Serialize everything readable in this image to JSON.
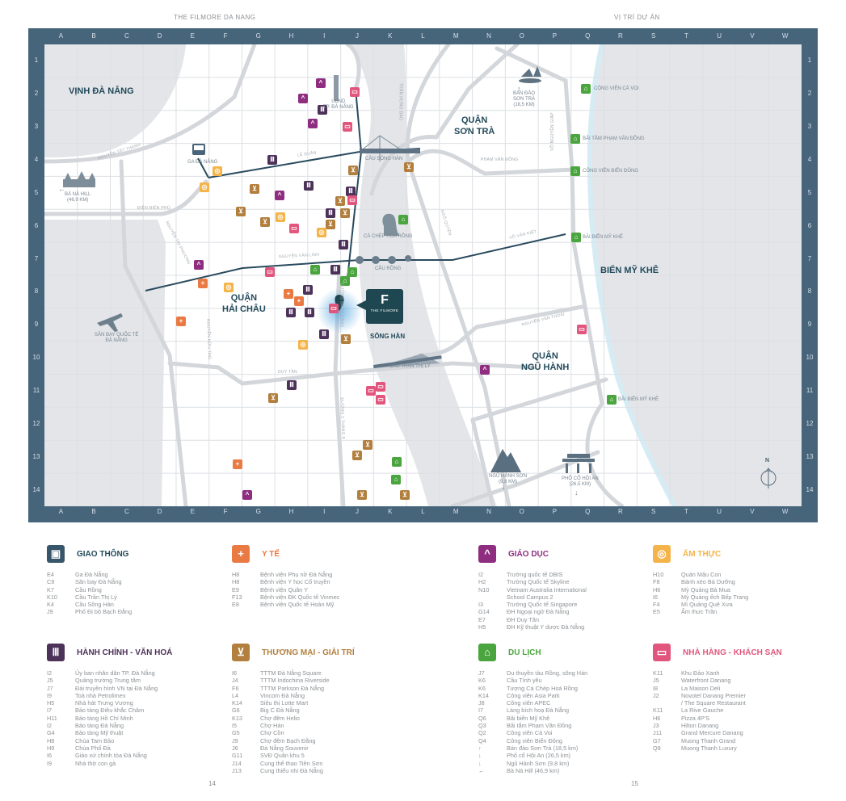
{
  "header": {
    "left": "THE FILMORE DA NANG",
    "right": "VỊ TRÍ DỰ ÁN"
  },
  "pages": {
    "left": "14",
    "right": "15"
  },
  "grid": {
    "columns": [
      "A",
      "B",
      "C",
      "D",
      "E",
      "F",
      "G",
      "H",
      "I",
      "J",
      "K",
      "L",
      "M",
      "N",
      "O",
      "P",
      "Q",
      "R",
      "S",
      "T",
      "U",
      "V",
      "W"
    ],
    "rows": [
      "1",
      "2",
      "3",
      "4",
      "5",
      "6",
      "7",
      "8",
      "9",
      "10",
      "11",
      "12",
      "13",
      "14"
    ]
  },
  "map": {
    "districts": {
      "vinh": "VỊNH ĐÀ NẴNG",
      "sontra": "QUẬN\nSƠN TRÀ",
      "haichau": "QUẬN\nHẢI CHÂU",
      "mykhe": "BIỂN MỸ KHÊ",
      "nguhanh": "QUẬN\nNGŨ HÀNH",
      "songhan": "SÔNG HÀN"
    },
    "labels": {
      "ubnd": "UBND\nTP. ĐÀ NẴNG",
      "ga": "GA ĐÀ NẴNG",
      "bana": "BÀ NÀ HILL\n(46,9 KM)",
      "cauhan": "CẦU SÔNG HÀN",
      "cachep": "CÁ CHÉP HÓA RỒNG",
      "caurong": "CẦU RỒNG",
      "sanbay": "SÂN BAY QUỐC TẾ\nĐÀ NẴNG",
      "cautranthily": "CẦU TRẦN THỊ LÝ",
      "bandao": "BÁN ĐẢO\nSƠN TRÀ\n(18,5 KM)",
      "cvcavoi": "CÔNG VIÊN CÁ VOI",
      "baitam": "BÃI TẮM PHẠM VĂN ĐỒNG",
      "cvbiendong": "CÔNG VIÊN BIỂN ĐÔNG",
      "mykhe1": "BÃI BIỂN MỸ KHÊ",
      "mykhe2": "BÃI BIỂN MỸ KHÊ",
      "nhs": "NGŨ HÀNH SƠN\n(9,8 KM)",
      "hoian": "PHỐ CỔ HỘI AN\n(26,5 KM)",
      "north": "N",
      "filmore": "THE FILMORE"
    },
    "streets": {
      "ntt": "NGUYỄN TẤT THÀNH",
      "leduan": "LÊ DUẨN",
      "dbp": "ĐIỆN BIÊN PHỦ",
      "ntp": "NGUYỄN TRI PHƯƠNG",
      "nvl": "NGUYỄN VĂN LINH",
      "nht": "NGUYỄN HỮU THỌ",
      "duytan": "DUY TÂN",
      "bachdang": "ĐƯỜNG BẠCH ĐẰNG",
      "tmt": "TRẦN HƯNG ĐẠO",
      "pvd": "PHẠM VĂN ĐỒNG",
      "vng": "VÕ NGUYÊN GIÁP",
      "vvk": "VÕ VĂN KIỆT",
      "ngoquyen": "NGÔ QUYỀN",
      "nvt": "NGUYỄN VĂN THOẠI",
      "twothang9": "ĐƯỜNG 2 THÁNG 9"
    }
  },
  "colors": {
    "transport": "#38566b",
    "health": "#ea7a43",
    "edu": "#8f2e80",
    "food": "#f4b44a",
    "admin": "#4c3159",
    "shop": "#b27f3e",
    "tour": "#4aa53e",
    "hotel": "#e2567d"
  },
  "legend": [
    {
      "key": "transport",
      "title": "GIAO THÔNG",
      "icon": "bus-icon",
      "items": [
        {
          "code": "E4",
          "name": "Ga Đà Nẵng"
        },
        {
          "code": "C9",
          "name": "Sân bay Đà Nẵng"
        },
        {
          "code": "K7",
          "name": "Cầu Rồng"
        },
        {
          "code": "K10",
          "name": "Cầu Trần Thị Lý"
        },
        {
          "code": "K4",
          "name": "Cầu Sông Hàn"
        },
        {
          "code": "J9",
          "name": "Phố Đi bộ Bạch Đằng"
        }
      ]
    },
    {
      "key": "health",
      "title": "Y TẾ",
      "icon": "medical-cross-icon",
      "items": [
        {
          "code": "H8",
          "name": "Bệnh viện Phụ nữ Đà Nẵng"
        },
        {
          "code": "H8",
          "name": "Bệnh viện Y học Cổ truyền"
        },
        {
          "code": "E9",
          "name": "Bệnh viện Quân Y"
        },
        {
          "code": "F13",
          "name": "Bệnh viện ĐK Quốc tế Vinmec"
        },
        {
          "code": "E8",
          "name": "Bệnh viện Quốc tế Hoàn Mỹ"
        }
      ]
    },
    {
      "key": "edu",
      "title": "GIÁO DỤC",
      "icon": "graduation-cap-icon",
      "items": [
        {
          "code": "I2",
          "name": "Trường quốc tế DBIS"
        },
        {
          "code": "H2",
          "name": "Trường Quốc tế Skyline"
        },
        {
          "code": "N10",
          "name": "Vietnam Australia International"
        },
        {
          "code": "",
          "name": "School Campus 2"
        },
        {
          "code": "I3",
          "name": "Trường Quốc tế Singapore"
        },
        {
          "code": "G14",
          "name": "ĐH Ngoại ngữ Đà Nẵng"
        },
        {
          "code": "E7",
          "name": "ĐH Duy Tân"
        },
        {
          "code": "H5",
          "name": "ĐH Kỹ thuật Y dược Đà Nẵng"
        }
      ]
    },
    {
      "key": "food",
      "title": "ẨM THỰC",
      "icon": "plate-icon",
      "items": [
        {
          "code": "H10",
          "name": "Quán Mậu Con"
        },
        {
          "code": "F8",
          "name": "Bánh xèo Bà Dưỡng"
        },
        {
          "code": "H6",
          "name": "Mỳ Quảng Bà Mua"
        },
        {
          "code": "I6",
          "name": "Mỳ Quảng ếch Bếp Trang"
        },
        {
          "code": "F4",
          "name": "Mì Quảng Quê Xưa"
        },
        {
          "code": "E5",
          "name": "Ẩm thực Trần"
        }
      ]
    },
    {
      "key": "admin",
      "title": "HÀNH CHÍNH - VĂN HOÁ",
      "icon": "museum-icon",
      "items": [
        {
          "code": "I2",
          "name": "Ủy ban nhân dân TP. Đà Nẵng"
        },
        {
          "code": "J5",
          "name": "Quảng trường Trung tâm"
        },
        {
          "code": "J7",
          "name": "Đài truyền hình VN tại Đà Nẵng"
        },
        {
          "code": "I9",
          "name": "Toà nhà Petrolimex"
        },
        {
          "code": "H5",
          "name": "Nhà hát Trưng Vương"
        },
        {
          "code": "I7",
          "name": "Bảo tàng Điêu khắc Chăm"
        },
        {
          "code": "H11",
          "name": "Bảo tàng Hồ Chí Minh"
        },
        {
          "code": "I2",
          "name": "Bảo tàng Đà Nẵng"
        },
        {
          "code": "G4",
          "name": "Bảo tàng Mỹ thuật"
        },
        {
          "code": "H8",
          "name": "Chùa Tam Bảo"
        },
        {
          "code": "H9",
          "name": "Chùa Phổ Đà"
        },
        {
          "code": "I6",
          "name": "Giáo xứ chính tòa Đà Nẵng"
        },
        {
          "code": "I9",
          "name": "Nhà thờ con gà"
        }
      ]
    },
    {
      "key": "shop",
      "title": "THƯƠNG MẠI - GIẢI TRÍ",
      "icon": "shopping-cart-icon",
      "items": [
        {
          "code": "I6",
          "name": "TTTM Đà Nẵng Square"
        },
        {
          "code": "J4",
          "name": "TTTM Indochina Riverside"
        },
        {
          "code": "F6",
          "name": "TTTM Parkson Đà Nẵng"
        },
        {
          "code": "L4",
          "name": "Vincom Đà Nẵng"
        },
        {
          "code": "K14",
          "name": "Siêu thị Lotte Mart"
        },
        {
          "code": "G6",
          "name": "Big C Đà Nẵng"
        },
        {
          "code": "K13",
          "name": "Chợ đêm Helio"
        },
        {
          "code": "I5",
          "name": "Chợ Hàn"
        },
        {
          "code": "G5",
          "name": "Chợ Cồn"
        },
        {
          "code": "J9",
          "name": "Chợ đêm Bạch Đằng"
        },
        {
          "code": "J6",
          "name": "Đà Nẵng Souvenir"
        },
        {
          "code": "G11",
          "name": "SVĐ Quân khu 5"
        },
        {
          "code": "J14",
          "name": "Cung thể thao Tiên Sơn"
        },
        {
          "code": "J13",
          "name": "Cung thiếu nhi Đà Nẵng"
        }
      ]
    },
    {
      "key": "tour",
      "title": "DU LỊCH",
      "icon": "beach-umbrella-icon",
      "items": [
        {
          "code": "J7",
          "name": "Du thuyền tàu Rồng, sông Hàn"
        },
        {
          "code": "K6",
          "name": "Cầu Tình yêu"
        },
        {
          "code": "K6",
          "name": "Tượng Cá Chép Hoá Rồng"
        },
        {
          "code": "K14",
          "name": "Công viên Asia Park"
        },
        {
          "code": "J8",
          "name": "Công viên APEC"
        },
        {
          "code": "I7",
          "name": "Làng bích hoạ Đà Nẵng"
        },
        {
          "code": "Q6",
          "name": "Bãi biển Mỹ Khê"
        },
        {
          "code": "Q3",
          "name": "Bãi tắm Phạm Văn Đồng"
        },
        {
          "code": "Q2",
          "name": "Công viên Cá Voi"
        },
        {
          "code": "Q4",
          "name": "Công viên Biển Đông"
        },
        {
          "code": "↑",
          "name": "Bán đảo Sơn Trà (18,5 km)"
        },
        {
          "code": "↓",
          "name": "Phố cổ Hội An (26,5 km)"
        },
        {
          "code": "↓",
          "name": "Ngũ Hành Sơn (9,8 km)"
        },
        {
          "code": "←",
          "name": "Bà Nà Hill (46,9 km)"
        }
      ]
    },
    {
      "key": "hotel",
      "title": "NHÀ HÀNG - KHÁCH SẠN",
      "icon": "bed-icon",
      "items": [
        {
          "code": "K11",
          "name": "Khu Đảo Xanh"
        },
        {
          "code": "J5",
          "name": "Waterfront Danang"
        },
        {
          "code": "I8",
          "name": "La Maison Deli"
        },
        {
          "code": "J2",
          "name": "Novotel Danang Premier"
        },
        {
          "code": "",
          "name": "/ The Square Restaurant"
        },
        {
          "code": "K11",
          "name": "La Rive Gauche"
        },
        {
          "code": "H6",
          "name": "Pizza 4P'S"
        },
        {
          "code": "J3",
          "name": "Hilton Danang"
        },
        {
          "code": "J11",
          "name": "Grand Mercure Danang"
        },
        {
          "code": "G7",
          "name": "Muong Thanh Grand"
        },
        {
          "code": "Q9",
          "name": "Muong Thanh Luxury"
        }
      ]
    }
  ]
}
